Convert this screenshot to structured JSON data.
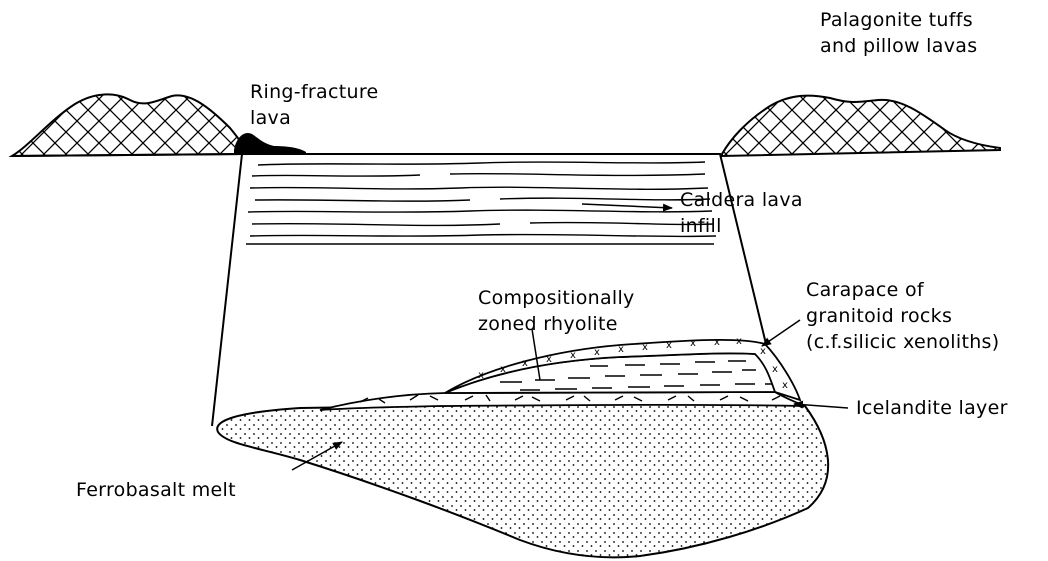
{
  "labels": {
    "palagonite_line1": "Palagonite tuffs",
    "palagonite_line2": "and pillow lavas",
    "ring_line1": "Ring-fracture",
    "ring_line2": "lava",
    "caldera_line1": "Caldera lava",
    "caldera_line2": "infill",
    "zoned_line1": "Compositionally",
    "zoned_line2": "zoned rhyolite",
    "carapace_line1": "Carapace of",
    "carapace_line2": "granitoid rocks",
    "carapace_line3": "(c.f.silicic xenoliths)",
    "icelandite": "Icelandite layer",
    "ferrobasalt": "Ferrobasalt melt"
  }
}
